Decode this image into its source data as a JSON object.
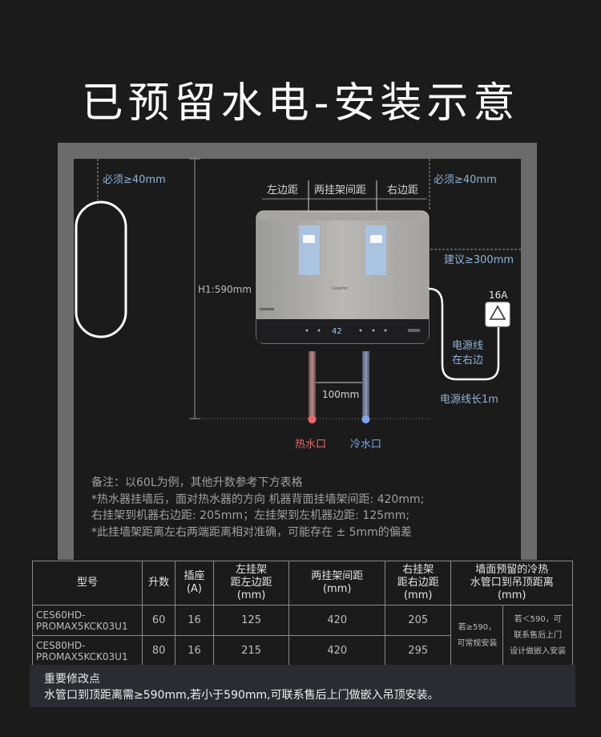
{
  "title": "已预留水电-安装示意",
  "labels": {
    "top_left_clear": "必须≥40mm",
    "top_right_clear": "必须≥40mm",
    "left_margin": "左边距",
    "bracket_spacing": "两挂架间距",
    "right_margin": "右边距",
    "right_side_clear": "建议≥300mm",
    "height": "H1:590mm",
    "socket": "16A",
    "power_side_line1": "电源线",
    "power_side_line2": "在右边",
    "power_length": "电源线长1m",
    "pipe_spacing": "100mm",
    "hot_outlet": "热水口",
    "cold_outlet": "冷水口",
    "brand": "Casarte",
    "display": "42"
  },
  "notes": [
    "备注：以60L为例，其他升数参考下方表格",
    "*热水器挂墙后，面对热水器的方向 机器背面挂墙架间距: 420mm;",
    "右挂架到机器右边距: 205mm；左挂架到左机器边距: 125mm;",
    "*此挂墙架距离左右两端距离相对准确，可能存在 ± 5mm的偏差"
  ],
  "table": {
    "headers": [
      "型号",
      "升数",
      "插座\n(A)",
      "左挂架\n距左边距\n(mm)",
      "两挂架间距\n(mm)",
      "右挂架\n距右边距\n(mm)",
      "墙面预留的冷热\n水管口到吊顶距离\n(mm)"
    ],
    "rows": [
      {
        "model": "CES60HD-\nPROMAX5KCK03U1",
        "liters": "60",
        "socket": "16",
        "left": "125",
        "spacing": "420",
        "right": "205"
      },
      {
        "model": "CES80HD-\nPROMAX5KCK03U1",
        "liters": "80",
        "socket": "16",
        "left": "215",
        "spacing": "420",
        "right": "295"
      }
    ],
    "note_a": "若≥590，\n可常规安装",
    "note_b": "若＜590，可\n联系售后上门\n设计做嵌入安装"
  },
  "modification": {
    "heading": "重要修改点",
    "body": "水管口到顶距离需≥590mm,若小于590mm,可联系售后上门做嵌入吊顶安装。"
  },
  "colors": {
    "background": "#1b1b1b",
    "wall_frame": "#6b6b6b",
    "dimension_blue": "#8fb2d6",
    "hot": "#e86a6a",
    "cold": "#7fa6e8",
    "modbox": "#2b2c31"
  }
}
